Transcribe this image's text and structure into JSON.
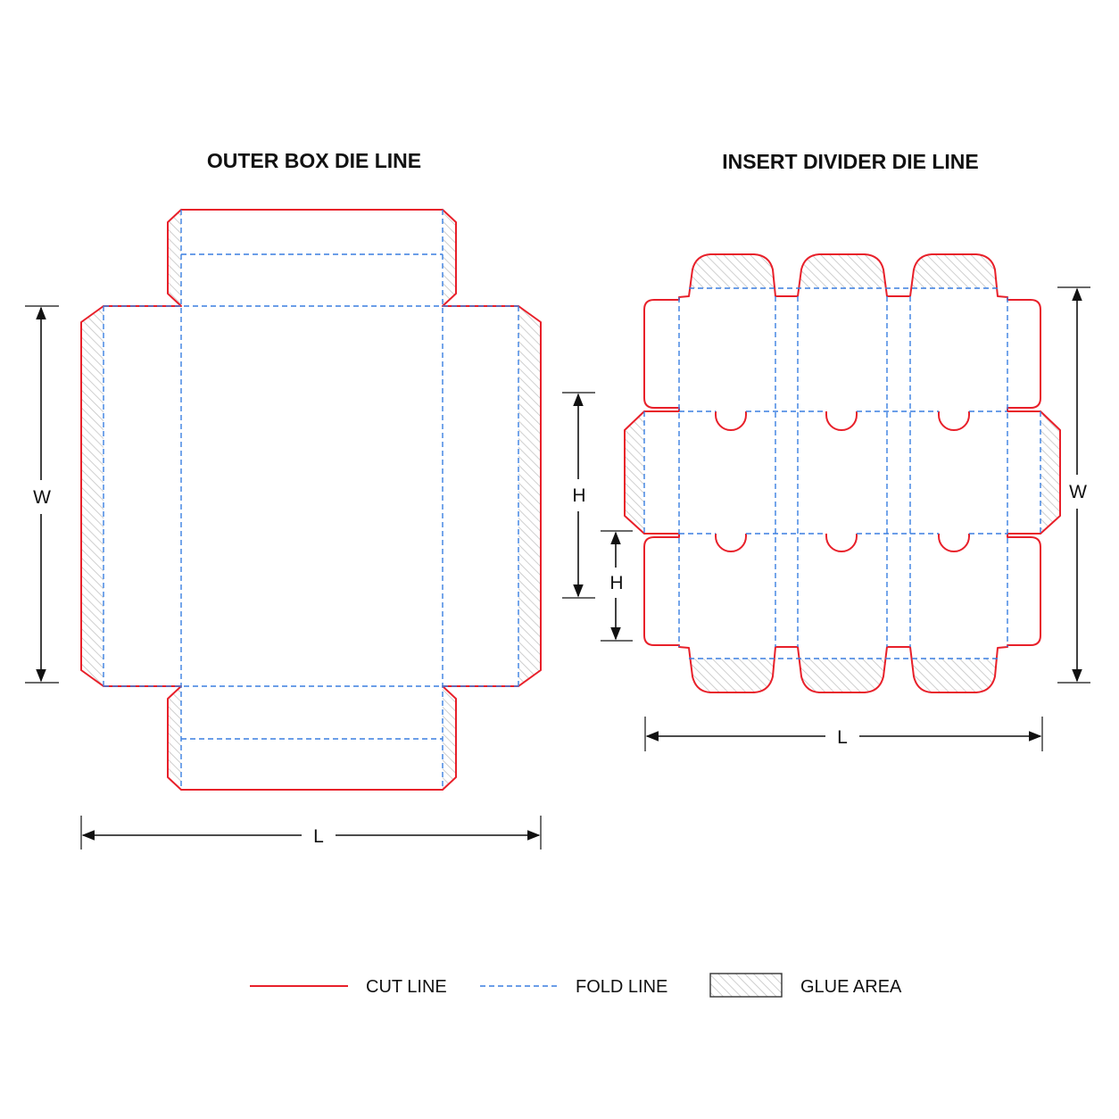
{
  "outer_box": {
    "title": "OUTER BOX DIE LINE",
    "dim_w": "W",
    "dim_l": "L"
  },
  "insert_divider": {
    "title": "INSERT DIVIDER DIE LINE",
    "dim_h1": "H",
    "dim_h2": "H",
    "dim_w": "W",
    "dim_l": "L"
  },
  "legend": {
    "cut_label": "CUT LINE",
    "fold_label": "FOLD LINE",
    "glue_label": "GLUE AREA"
  },
  "colors": {
    "cut": "#e8202a",
    "fold": "#3a7fe0",
    "glue_hatch": "#c8c8c8",
    "ink": "#111111"
  }
}
